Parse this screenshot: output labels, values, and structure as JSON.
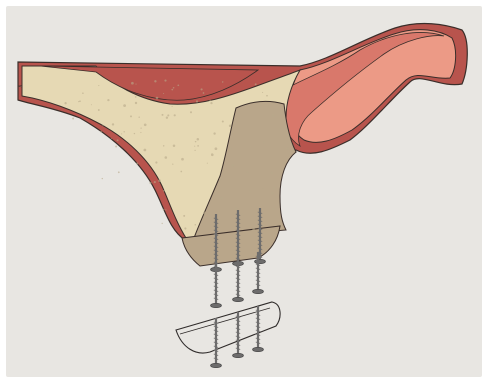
{
  "figure": {
    "background": "#e8e6e2",
    "colors": {
      "outline": "#3a2e2a",
      "mucosa_dark": "#b8544d",
      "mucosa_mid": "#d9786b",
      "mucosa_light": "#ec9a86",
      "bone": "#e6d9b4",
      "bone_speckle": "#b8a98a",
      "graft_block": "#b9a68a",
      "screw": "#6d6c6c",
      "graft_outline": "#2f2b2a"
    },
    "screws": {
      "count_on_bone": 3,
      "count_detached": 3,
      "count_on_graft": 3
    }
  }
}
